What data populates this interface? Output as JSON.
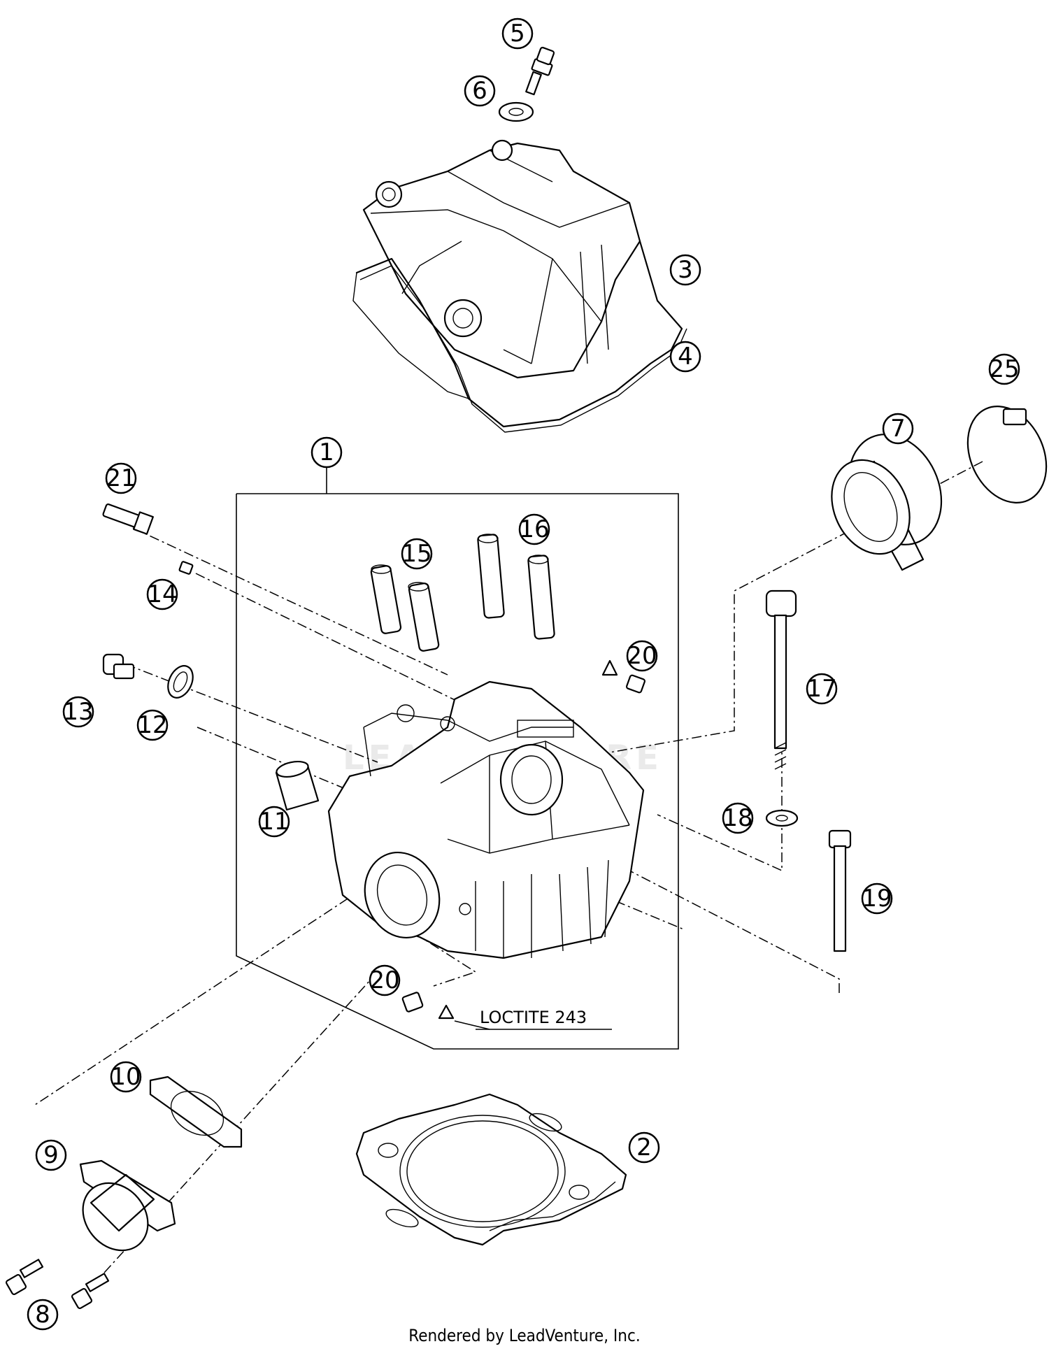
{
  "callouts": [
    "1",
    "2",
    "3",
    "4",
    "5",
    "6",
    "7",
    "8",
    "9",
    "10",
    "11",
    "12",
    "13",
    "14",
    "15",
    "16",
    "17",
    "18",
    "19",
    "20",
    "21",
    "25"
  ],
  "note": "LOCTITE 243",
  "credit": "Rendered by LeadVenture, Inc.",
  "watermark": "LEADVENTURE"
}
